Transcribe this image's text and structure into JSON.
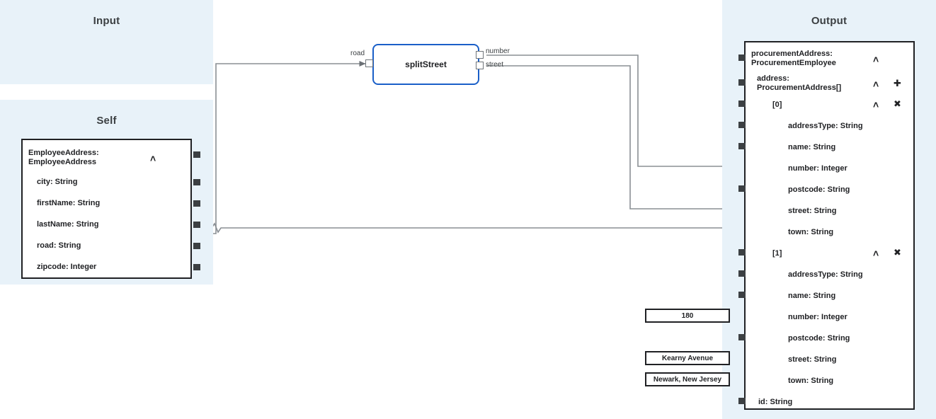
{
  "panels": {
    "input": {
      "title": "Input"
    },
    "self": {
      "title": "Self"
    },
    "output": {
      "title": "Output"
    }
  },
  "self_card": {
    "header": "EmployeeAddress:\nEmployeeAddress",
    "header_line1": "EmployeeAddress:",
    "header_line2": "EmployeeAddress",
    "collapse_glyph": "˄",
    "fields": [
      {
        "label": "city: String"
      },
      {
        "label": "firstName: String"
      },
      {
        "label": "lastName: String"
      },
      {
        "label": "road: String"
      },
      {
        "label": "zipcode: Integer"
      }
    ]
  },
  "function_node": {
    "name": "splitStreet",
    "inputs": [
      {
        "label": "road"
      }
    ],
    "outputs": [
      {
        "label": "number"
      },
      {
        "label": "street"
      }
    ],
    "border_color": "#1a5fc8"
  },
  "output_card": {
    "header_line1": "procurementAddress:",
    "header_line2": "ProcurementEmployee",
    "collapse_glyph": "˄",
    "add_glyph": "✚",
    "remove_glyph": "✖",
    "array_line1": "address:",
    "array_line2": "ProcurementAddress[]",
    "items": [
      {
        "index_label": "[0]",
        "fields": [
          {
            "label": "addressType: String"
          },
          {
            "label": "name: String"
          },
          {
            "label": "number: Integer"
          },
          {
            "label": "postcode: String"
          },
          {
            "label": "street: String"
          },
          {
            "label": "town: String"
          }
        ]
      },
      {
        "index_label": "[1]",
        "fields": [
          {
            "label": "addressType: String"
          },
          {
            "label": "name: String"
          },
          {
            "label": "number: Integer"
          },
          {
            "label": "postcode: String"
          },
          {
            "label": "street: String"
          },
          {
            "label": "town: String"
          }
        ]
      }
    ],
    "footer_field": "id: String"
  },
  "literals": [
    {
      "value": "180"
    },
    {
      "value": "Kearny Avenue"
    },
    {
      "value": "Newark, New Jersey"
    }
  ],
  "colors": {
    "panel_bg": "#e8f2f9",
    "card_border": "#202124",
    "node_border": "#1a5fc8",
    "wire": "#8a8f94",
    "port": "#3c4043"
  }
}
